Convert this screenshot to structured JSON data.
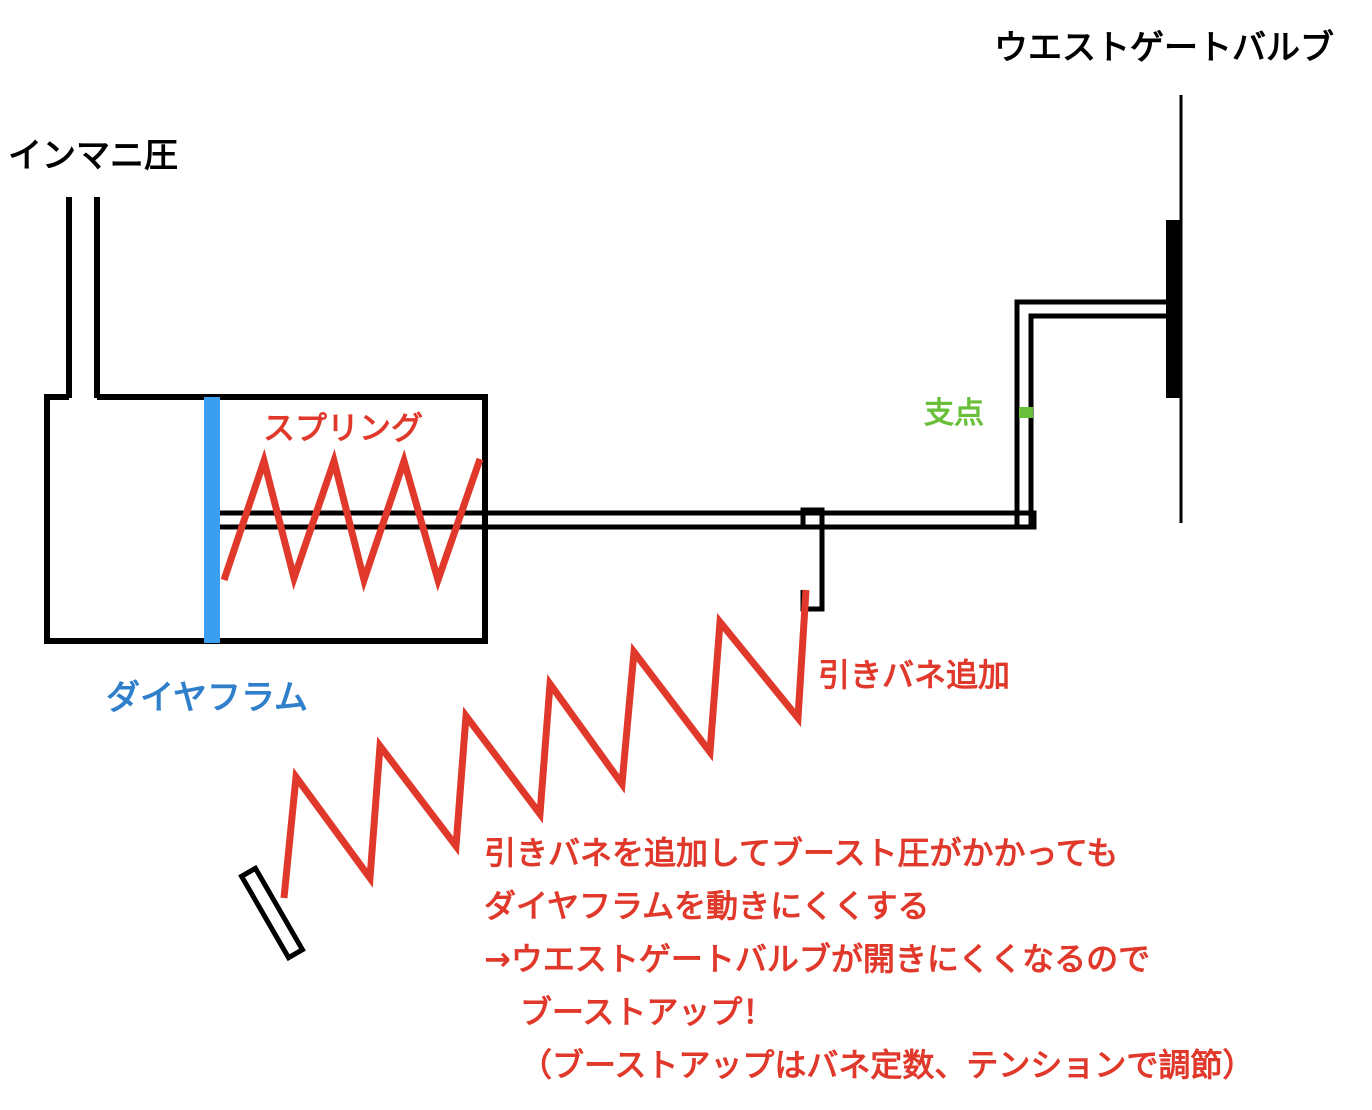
{
  "labels": {
    "manifold_pressure": "インマニ圧",
    "wastegate_valve": "ウエストゲートバルブ",
    "spring": "スプリング",
    "diaphragm": "ダイヤフラム",
    "fulcrum": "支点",
    "added_tension_spring": "引きバネ追加"
  },
  "note": {
    "line1": "引きバネを追加してブースト圧がかかっても",
    "line2": "ダイヤフラムを動きにくくする",
    "line3": "→ウエストゲートバルブが開きにくくなるので",
    "line4": "ブーストアップ！",
    "line5": "（ブーストアップはバネ定数、テンションで調節）"
  },
  "colors": {
    "outline": "#000000",
    "spring_red": "#e0392b",
    "diaphragm_blue": "#3a9ff0",
    "label_blue": "#2f7fcb",
    "fulcrum_green": "#6abf3a"
  }
}
